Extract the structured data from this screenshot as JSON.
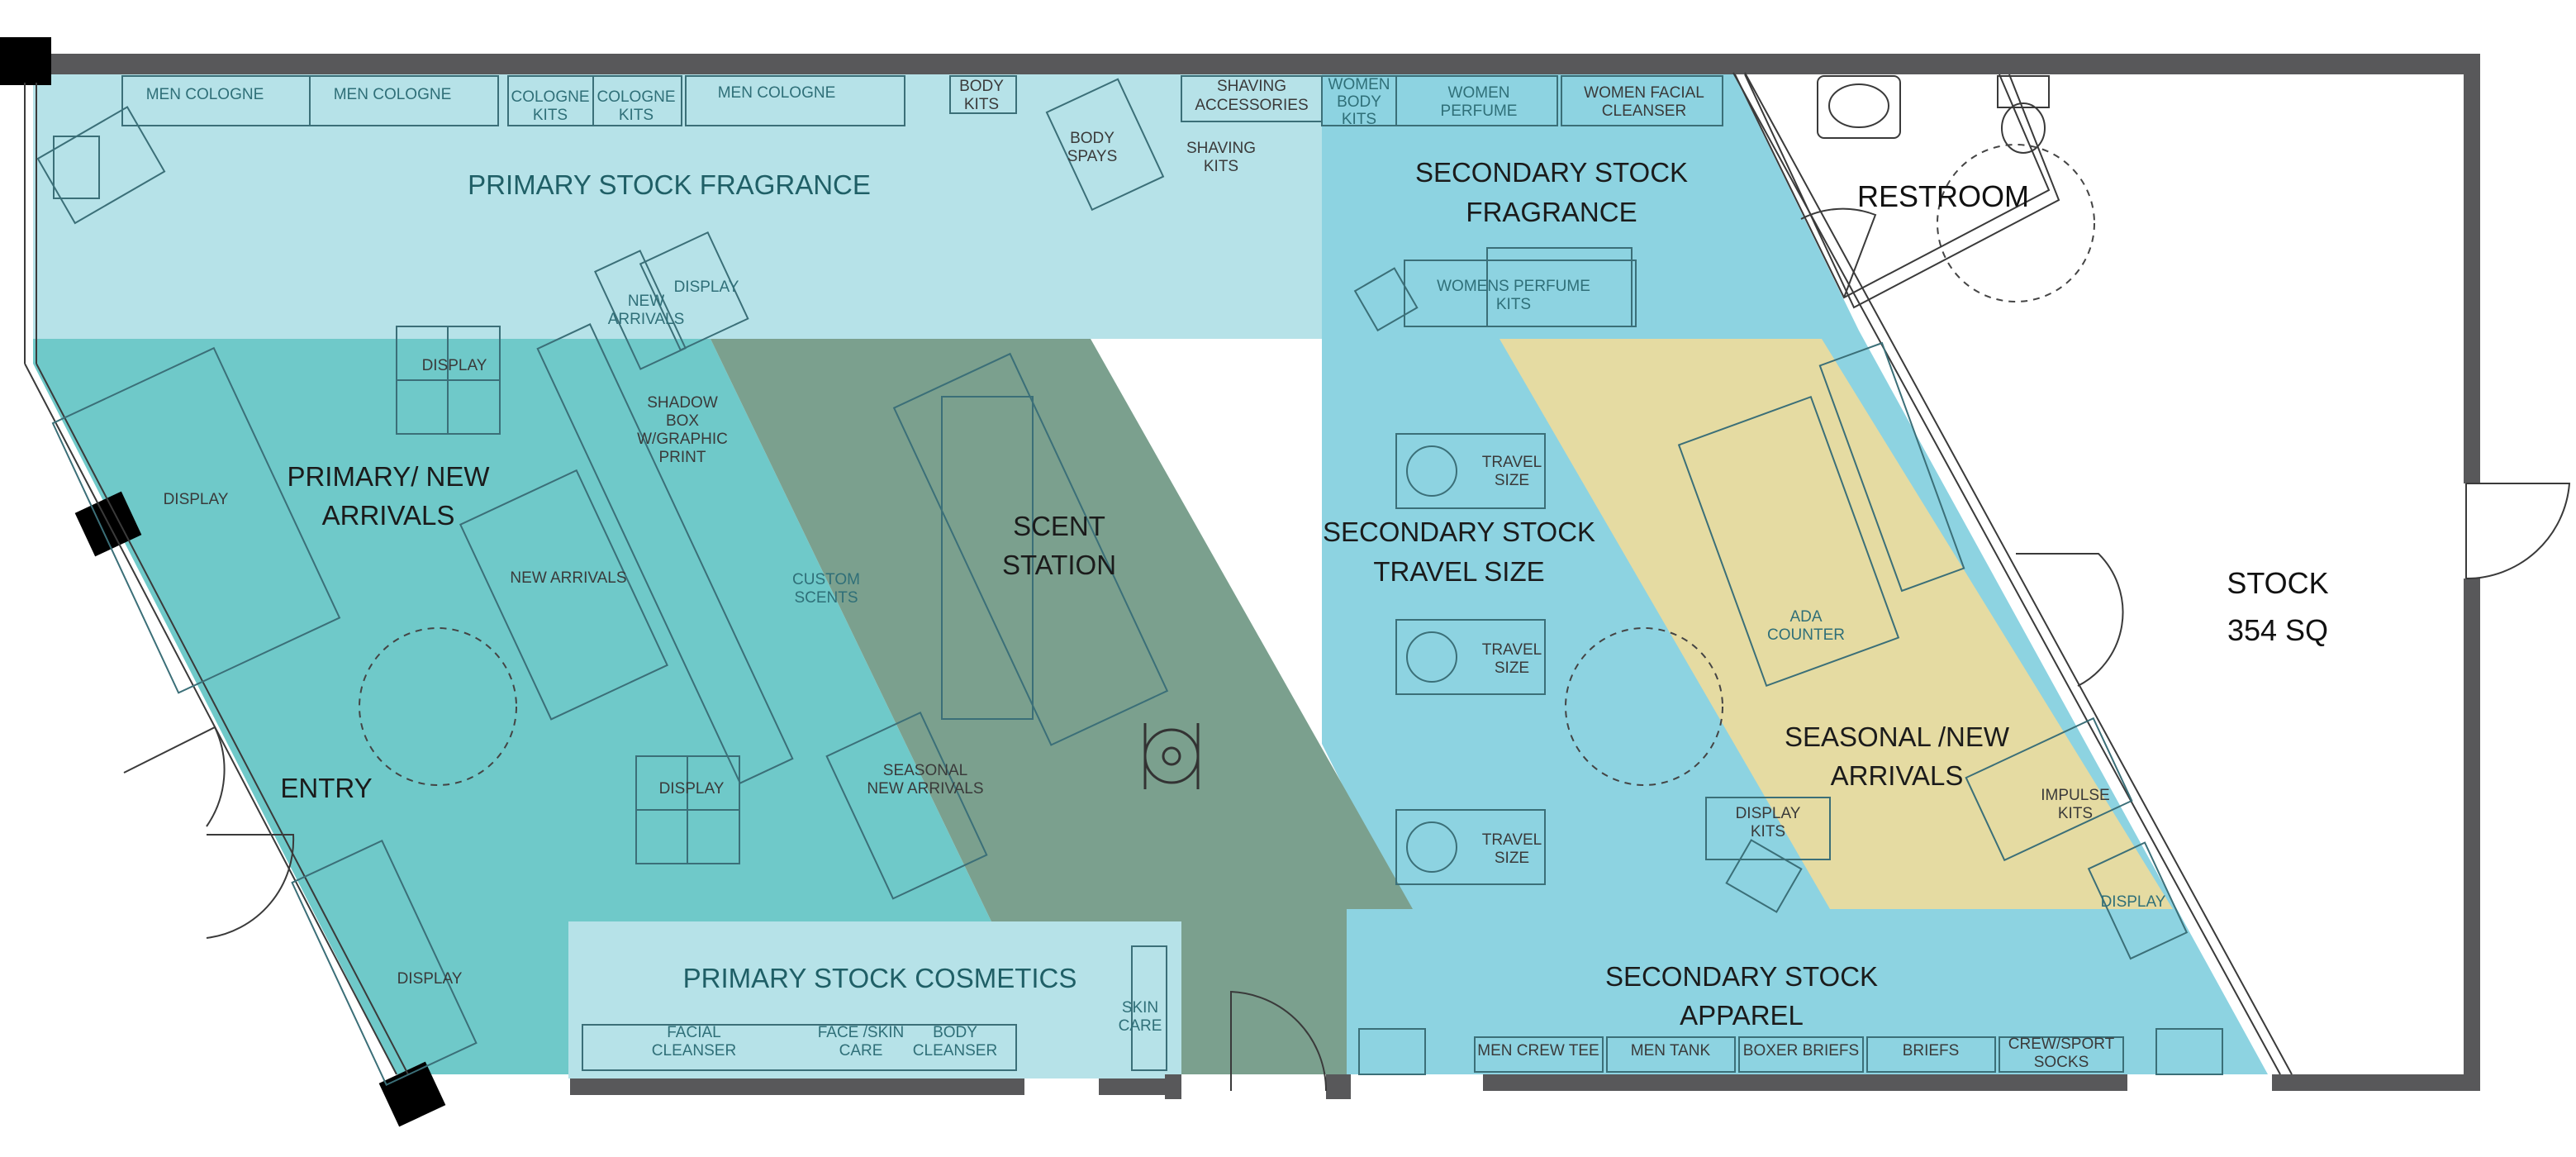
{
  "rooms": {
    "stock": {
      "name": "STOCK",
      "area": "354 SQ"
    },
    "restroom": "RESTROOM",
    "entry": "ENTRY"
  },
  "zones": {
    "primary_stock_fragrance": {
      "label": "PRIMARY STOCK FRAGRANCE",
      "color": "#b6e2e8"
    },
    "primary_new_arrivals": {
      "label_line1": "PRIMARY/ NEW",
      "label_line2": "ARRIVALS",
      "color": "#6fc9c9"
    },
    "scent_station": {
      "label_line1": "SCENT",
      "label_line2": "STATION",
      "color": "#7ba08e"
    },
    "secondary_stock_fragrance": {
      "label_line1": "SECONDARY STOCK",
      "label_line2": "FRAGRANCE",
      "color": "#8dd3e1"
    },
    "secondary_stock_travel_size": {
      "label_line1": "SECONDARY STOCK",
      "label_line2": "TRAVEL SIZE"
    },
    "seasonal_new_arrivals": {
      "label_line1": "SEASONAL /NEW",
      "label_line2": "ARRIVALS",
      "color": "#e5dba2"
    },
    "secondary_stock_apparel": {
      "label_line1": "SECONDARY STOCK",
      "label_line2": "APPAREL"
    },
    "primary_stock_cosmetics": {
      "label": "PRIMARY STOCK COSMETICS",
      "color": "#b6e2e8"
    }
  },
  "fixtures": {
    "men_cologne_1": "MEN COLOGNE",
    "men_cologne_2": "MEN COLOGNE",
    "cologne_kits_1": {
      "line1": "COLOGNE",
      "line2": "KITS"
    },
    "cologne_kits_2": {
      "line1": "COLOGNE",
      "line2": "KITS"
    },
    "men_cologne_3": "MEN COLOGNE",
    "body_kits": {
      "line1": "BODY",
      "line2": "KITS"
    },
    "body_spays": {
      "line1": "BODY",
      "line2": "SPAYS"
    },
    "shaving_accessories": {
      "line1": "SHAVING",
      "line2": "ACCESSORIES"
    },
    "shaving_kits": {
      "line1": "SHAVING",
      "line2": "KITS"
    },
    "women_body_kits": {
      "line1": "WOMEN",
      "line2": "BODY",
      "line3": "KITS"
    },
    "women_perfume": {
      "line1": "WOMEN",
      "line2": "PERFUME"
    },
    "women_facial_cleanser": {
      "line1": "WOMEN FACIAL",
      "line2": "CLEANSER"
    },
    "womens_perfume_kits": {
      "line1": "WOMENS  PERFUME",
      "line2": "KITS"
    },
    "new_arrivals_small": {
      "line1": "NEW",
      "line2": "ARRIVALS"
    },
    "display_top": "DISPLAY",
    "display_upper_left": "DISPLAY",
    "shadow_box": {
      "line1": "SHADOW",
      "line2": "BOX",
      "line3": "W/GRAPHIC",
      "line4": "PRINT"
    },
    "display_left": "DISPLAY",
    "new_arrivals_table": "NEW  ARRIVALS",
    "custom_scents": {
      "line1": "CUSTOM",
      "line2": "SCENTS"
    },
    "seasonal_new_arrivals_small": {
      "line1": "SEASONAL",
      "line2": "NEW  ARRIVALS"
    },
    "display_center": "DISPLAY",
    "display_bottom_left": "DISPLAY",
    "travel_size_1": {
      "line1": "TRAVEL",
      "line2": "SIZE"
    },
    "travel_size_2": {
      "line1": "TRAVEL",
      "line2": "SIZE"
    },
    "travel_size_3": {
      "line1": "TRAVEL",
      "line2": "SIZE"
    },
    "ada_counter": {
      "line1": "ADA",
      "line2": "COUNTER"
    },
    "display_kits": {
      "line1": "DISPLAY",
      "line2": "KITS"
    },
    "impulse_kits": {
      "line1": "IMPULSE",
      "line2": "KITS"
    },
    "display_right": "DISPLAY",
    "facial_cleanser": {
      "line1": "FACIAL",
      "line2": "CLEANSER"
    },
    "face_skin_care": {
      "line1": "FACE /SKIN",
      "line2": "CARE"
    },
    "body_cleanser": {
      "line1": "BODY",
      "line2": "CLEANSER"
    },
    "skin_care": {
      "line1": "SKIN",
      "line2": "CARE"
    },
    "men_crew_tee": "MEN CREW TEE",
    "men_tank": "MEN TANK",
    "boxer_briefs": "BOXER BRIEFS",
    "briefs": "BRIEFS",
    "crew_sport_socks": {
      "line1": "CREW/SPORT",
      "line2": "SOCKS"
    }
  },
  "colors": {
    "wall": "#58585a",
    "fixture_line": "#3b6f78",
    "light_blue": "#b6e2e8",
    "teal": "#6fc9c9",
    "sage": "#7ba08e",
    "sky": "#8dd3e1",
    "sand": "#e5dba2"
  }
}
